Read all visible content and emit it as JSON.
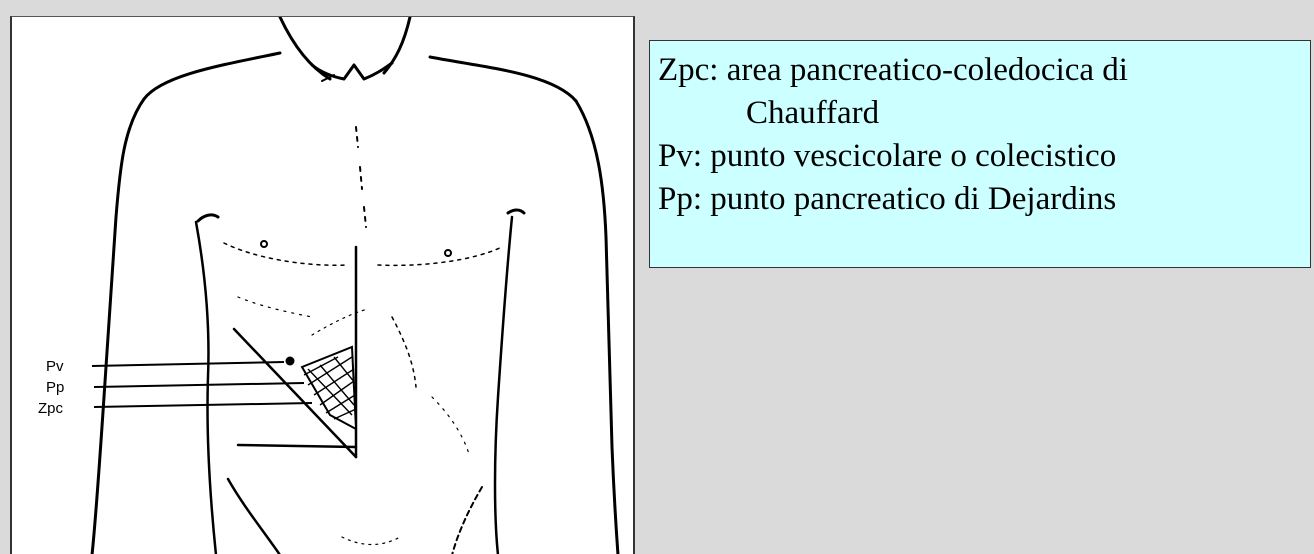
{
  "figure": {
    "labels": {
      "pv": "Pv",
      "pp": "Pp",
      "zpc": "Zpc"
    }
  },
  "legend": {
    "items": [
      {
        "text": "Zpc: area pancreatico-coledocica di",
        "continuation": "Chauffard"
      },
      {
        "text": "Pv: punto vescicolare o colecistico"
      },
      {
        "text": "Pp: punto pancreatico di Dejardins"
      }
    ]
  },
  "colors": {
    "background": "#dadada",
    "legend_background": "#ccffff",
    "ink": "#000000"
  }
}
